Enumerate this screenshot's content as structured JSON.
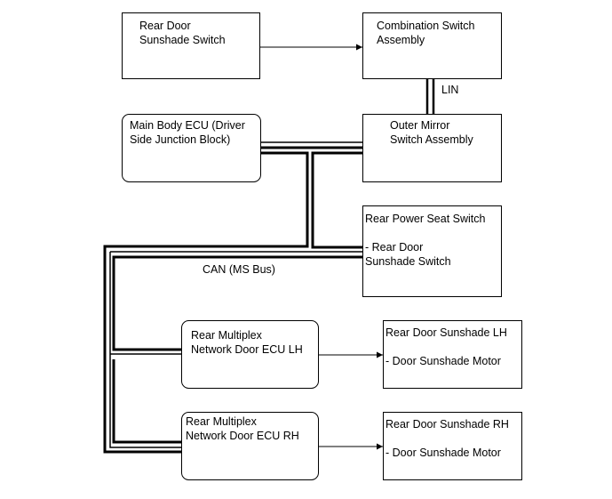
{
  "boxes": {
    "rear_door_sunshade_switch": "Rear Door\nSunshade Switch",
    "combination_switch": "Combination Switch\nAssembly",
    "main_body_ecu": "Main Body ECU (Driver\nSide Junction Block)",
    "outer_mirror_switch": "Outer Mirror\nSwitch Assembly",
    "rear_power_seat_switch": "Rear Power Seat Switch\n\n- Rear Door\nSunshade Switch",
    "rear_multiplex_lh": "Rear Multiplex\nNetwork Door ECU LH",
    "rear_multiplex_rh": "Rear Multiplex\nNetwork Door ECU RH",
    "sunshade_lh": "Rear Door Sunshade LH\n\n- Door Sunshade Motor",
    "sunshade_rh": "Rear Door Sunshade RH\n\n- Door Sunshade Motor"
  },
  "labels": {
    "lin": "LIN",
    "can": "CAN (MS Bus)"
  }
}
